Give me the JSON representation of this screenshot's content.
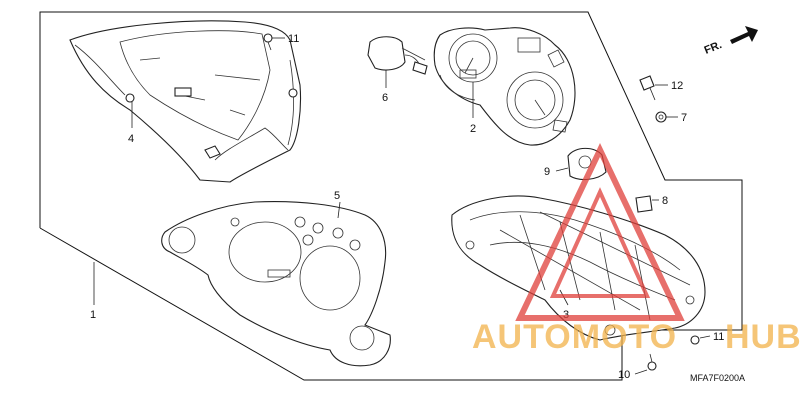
{
  "diagram": {
    "callouts": [
      {
        "id": "c1",
        "label": "1"
      },
      {
        "id": "c2",
        "label": "2"
      },
      {
        "id": "c3",
        "label": "3"
      },
      {
        "id": "c4",
        "label": "4"
      },
      {
        "id": "c5",
        "label": "5"
      },
      {
        "id": "c6",
        "label": "6"
      },
      {
        "id": "c7",
        "label": "7"
      },
      {
        "id": "c8",
        "label": "8"
      },
      {
        "id": "c9",
        "label": "9"
      },
      {
        "id": "c10",
        "label": "10"
      },
      {
        "id": "c11a",
        "label": "11"
      },
      {
        "id": "c11b",
        "label": "11"
      },
      {
        "id": "c12",
        "label": "12"
      }
    ],
    "direction_label": "FR.",
    "drawing_code": "MFA7F0200A"
  },
  "watermark": {
    "text_main": "AUTOMOTO",
    "text_hub": "HUB",
    "color_orange": "#f2b24a",
    "color_red": "#e0403a"
  }
}
